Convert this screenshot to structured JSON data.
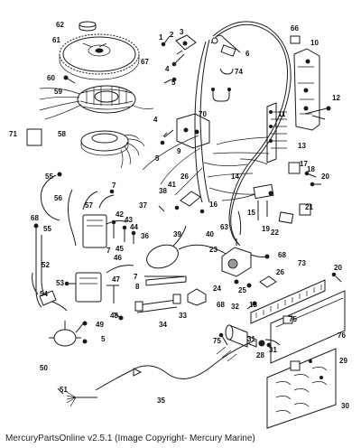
{
  "footer": {
    "credit": "MercuryPartsOnline v2.5.1 (Image Copyright- Mercury Marine)"
  },
  "diagram": {
    "callouts": [
      {
        "label": "1"
      },
      {
        "label": "2"
      },
      {
        "label": "3"
      },
      {
        "label": "4"
      },
      {
        "label": "5"
      },
      {
        "label": "6"
      },
      {
        "label": "66"
      },
      {
        "label": "10"
      },
      {
        "label": "62"
      },
      {
        "label": "61"
      },
      {
        "label": "67"
      },
      {
        "label": "74"
      },
      {
        "label": "60"
      },
      {
        "label": "59"
      },
      {
        "label": "12"
      },
      {
        "label": "4"
      },
      {
        "label": "70"
      },
      {
        "label": "11"
      },
      {
        "label": "71"
      },
      {
        "label": "58"
      },
      {
        "label": "9"
      },
      {
        "label": "13"
      },
      {
        "label": "5"
      },
      {
        "label": "55"
      },
      {
        "label": "7"
      },
      {
        "label": "56"
      },
      {
        "label": "14"
      },
      {
        "label": "17"
      },
      {
        "label": "18"
      },
      {
        "label": "20"
      },
      {
        "label": "26"
      },
      {
        "label": "41"
      },
      {
        "label": "38"
      },
      {
        "label": "16"
      },
      {
        "label": "57"
      },
      {
        "label": "37"
      },
      {
        "label": "15"
      },
      {
        "label": "21"
      },
      {
        "label": "42"
      },
      {
        "label": "43"
      },
      {
        "label": "44"
      },
      {
        "label": "68"
      },
      {
        "label": "39"
      },
      {
        "label": "40"
      },
      {
        "label": "19"
      },
      {
        "label": "22"
      },
      {
        "label": "55"
      },
      {
        "label": "45"
      },
      {
        "label": "36"
      },
      {
        "label": "63"
      },
      {
        "label": "7"
      },
      {
        "label": "46"
      },
      {
        "label": "23"
      },
      {
        "label": "68"
      },
      {
        "label": "73"
      },
      {
        "label": "52"
      },
      {
        "label": "47"
      },
      {
        "label": "7"
      },
      {
        "label": "20"
      },
      {
        "label": "53"
      },
      {
        "label": "54"
      },
      {
        "label": "8"
      },
      {
        "label": "26"
      },
      {
        "label": "24"
      },
      {
        "label": "25"
      },
      {
        "label": "18"
      },
      {
        "label": "33"
      },
      {
        "label": "68"
      },
      {
        "label": "32"
      },
      {
        "label": "48"
      },
      {
        "label": "49"
      },
      {
        "label": "34"
      },
      {
        "label": "75"
      },
      {
        "label": "75"
      },
      {
        "label": "5"
      },
      {
        "label": "31"
      },
      {
        "label": "76"
      },
      {
        "label": "50"
      },
      {
        "label": "31"
      },
      {
        "label": "28"
      },
      {
        "label": "29"
      },
      {
        "label": "51"
      },
      {
        "label": "35"
      },
      {
        "label": "30"
      }
    ]
  }
}
